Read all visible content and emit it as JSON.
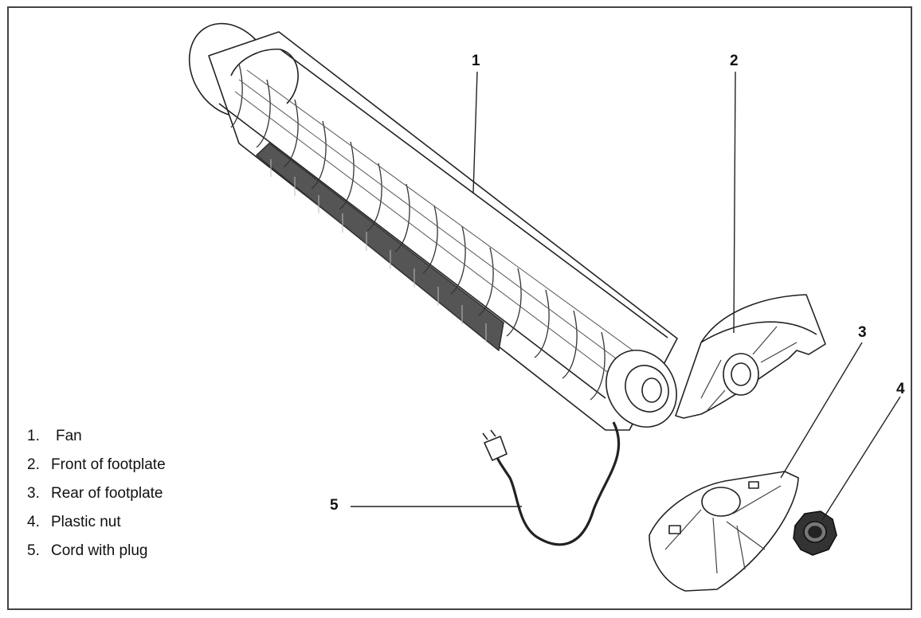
{
  "callouts": [
    "1",
    "2",
    "3",
    "4",
    "5"
  ],
  "legend": [
    {
      "num": "1.",
      "label": "Fan"
    },
    {
      "num": "2.",
      "label": "Front of footplate"
    },
    {
      "num": "3.",
      "label": "Rear of footplate"
    },
    {
      "num": "4.",
      "label": "Plastic nut"
    },
    {
      "num": "5.",
      "label": "Cord with plug"
    }
  ],
  "colors": {
    "line": "#222222",
    "fill": "#ffffff",
    "shade": "#444444"
  }
}
